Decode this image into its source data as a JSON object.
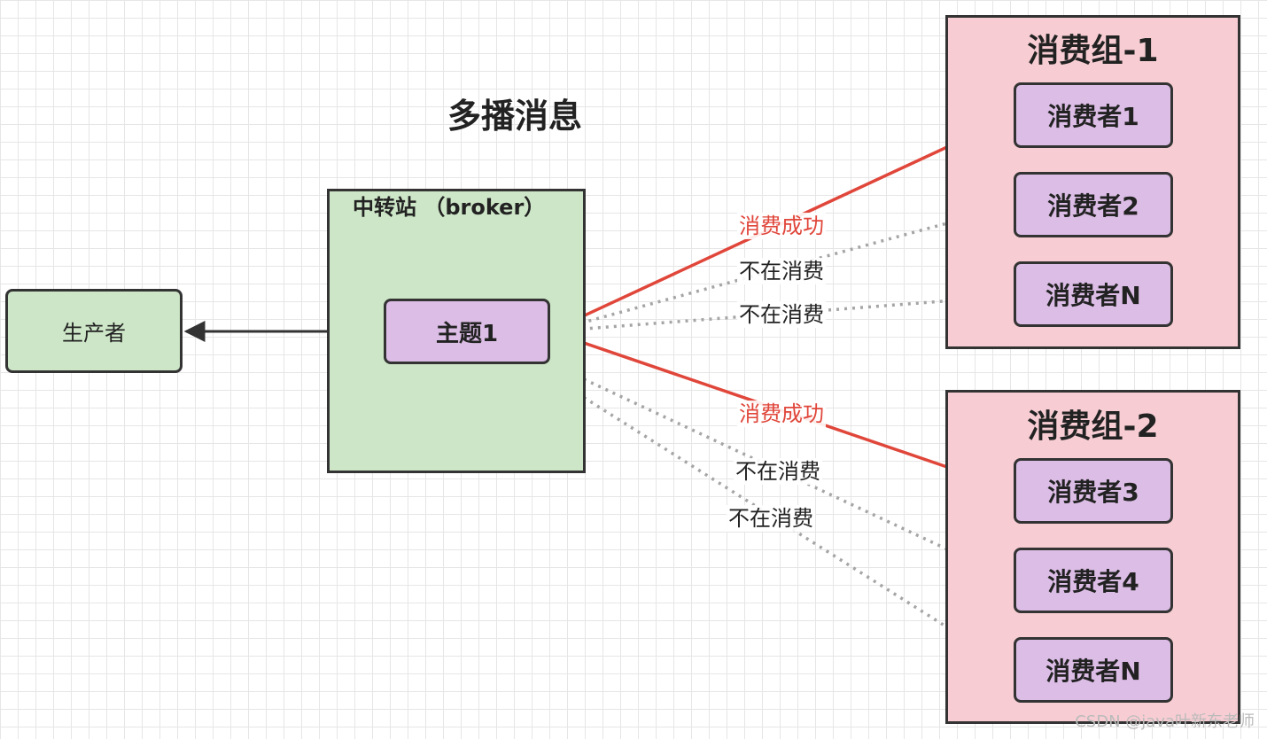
{
  "title": "多播消息",
  "producer": "生产者",
  "broker": {
    "label": "中转站 （broker）",
    "topic": "主题1"
  },
  "groups": [
    {
      "title": "消费组-1",
      "consumers": [
        "消费者1",
        "消费者2",
        "消费者N"
      ]
    },
    {
      "title": "消费组-2",
      "consumers": [
        "消费者3",
        "消费者4",
        "消费者N"
      ]
    }
  ],
  "edge_labels": {
    "success": "消费成功",
    "offline": "不在消费"
  },
  "colors": {
    "success_edge": "#e0463a",
    "offline_edge": "#9e9e9e",
    "green_fill": "#cde6c7",
    "purple_fill": "#dcbde6",
    "pink_fill": "#f7cdd3"
  },
  "watermark": "CSDN @java叶新东老师"
}
